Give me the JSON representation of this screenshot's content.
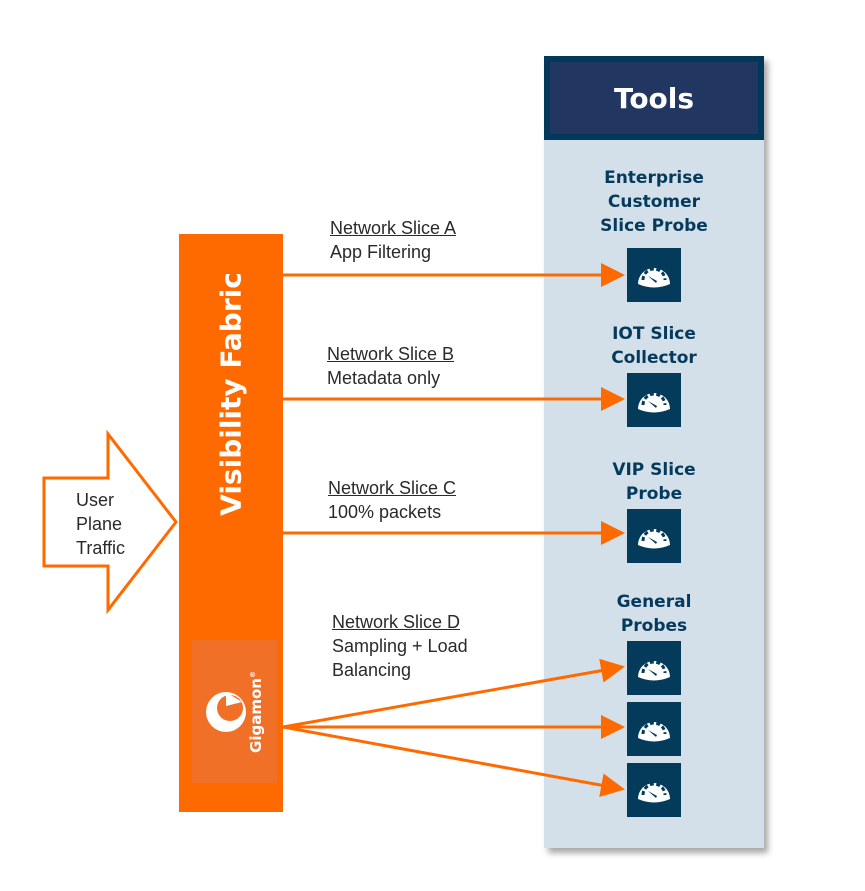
{
  "colors": {
    "orange": "#ff6a00",
    "logo_orange": "#f07027",
    "navy": "#043a5a",
    "header_navy": "#213762",
    "panel_bg": "#d3e0ea"
  },
  "traffic_arrow": {
    "label_lines": [
      "User",
      "Plane",
      "Traffic"
    ],
    "icon": "hollow-right-arrow"
  },
  "fabric": {
    "label": "Visibility Fabric",
    "logo_text": "Gigamon",
    "logo_mark": "®"
  },
  "tools": {
    "title": "Tools",
    "groups": [
      {
        "label_lines": [
          "Enterprise",
          "Customer",
          "Slice Probe"
        ],
        "probe_count": 1,
        "icon": "speedometer-icon"
      },
      {
        "label_lines": [
          "IOT Slice",
          "Collector"
        ],
        "probe_count": 1,
        "icon": "speedometer-icon"
      },
      {
        "label_lines": [
          "VIP Slice",
          "Probe"
        ],
        "probe_count": 1,
        "icon": "speedometer-icon"
      },
      {
        "label_lines": [
          "General",
          "Probes"
        ],
        "probe_count": 3,
        "icon": "speedometer-icon"
      }
    ]
  },
  "slices": [
    {
      "title": "Network Slice A",
      "desc_lines": [
        "App Filtering"
      ]
    },
    {
      "title": "Network Slice B",
      "desc_lines": [
        "Metadata only"
      ]
    },
    {
      "title": "Network Slice C",
      "desc_lines": [
        "100% packets"
      ]
    },
    {
      "title": "Network Slice D",
      "desc_lines": [
        "Sampling + Load",
        "Balancing"
      ]
    }
  ]
}
